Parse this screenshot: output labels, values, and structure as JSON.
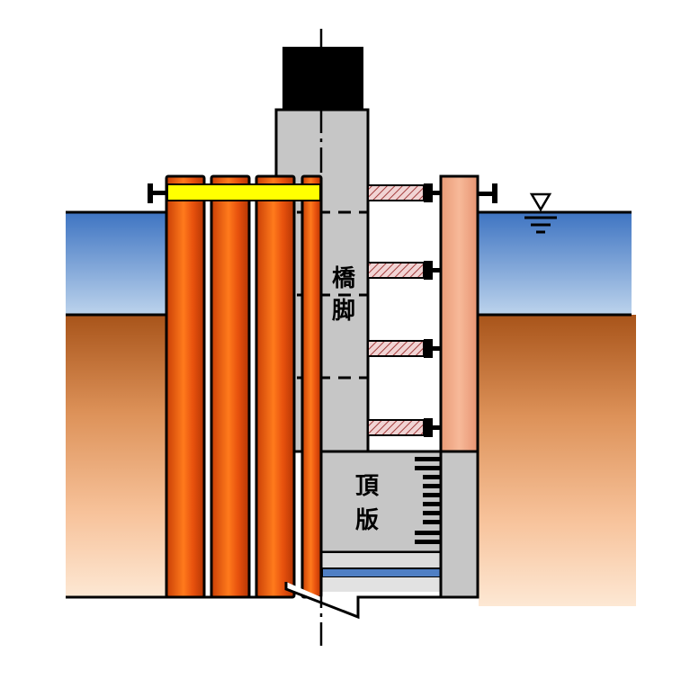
{
  "diagram": {
    "labels": {
      "pier": [
        "橋",
        "脚"
      ],
      "top_slab": [
        "頂",
        "版"
      ]
    },
    "icons": {
      "water_level": "water-level-triangle-icon"
    },
    "colors": {
      "water_top": "#3e74c2",
      "water_bottom": "#bcd3ec",
      "soil_top": "#a8541a",
      "soil_bottom": "#fde8d4",
      "steel_pipe": "#e8520e",
      "steel_pipe_highlight": "#ff8a2a",
      "right_pile": "#f2aa86",
      "pier": "#c6c6c6",
      "pier_head": "#000000",
      "beam": "#ffff00",
      "strut": "#d9a6a6"
    }
  }
}
